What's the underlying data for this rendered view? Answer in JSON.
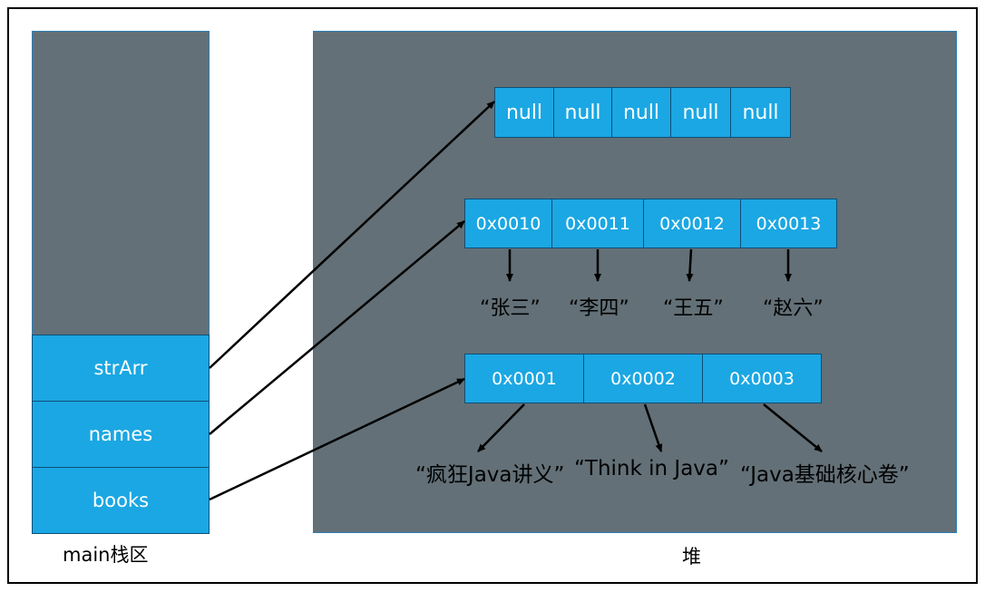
{
  "stack": {
    "label": "main栈区",
    "vars": [
      "strArr",
      "names",
      "books"
    ]
  },
  "heap": {
    "label": "堆",
    "null_array": [
      "null",
      "null",
      "null",
      "null",
      "null"
    ],
    "names_array": [
      "0x0010",
      "0x0011",
      "0x0012",
      "0x0013"
    ],
    "names_values": [
      "“张三”",
      "“李四”",
      "“王五”",
      "“赵六”"
    ],
    "books_array": [
      "0x0001",
      "0x0002",
      "0x0003"
    ],
    "books_values": [
      "“疯狂Java讲义”",
      "“Think in Java”",
      "“Java基础核心卷”"
    ]
  },
  "colors": {
    "cell": "#1ba7e3",
    "region": "#637077"
  }
}
